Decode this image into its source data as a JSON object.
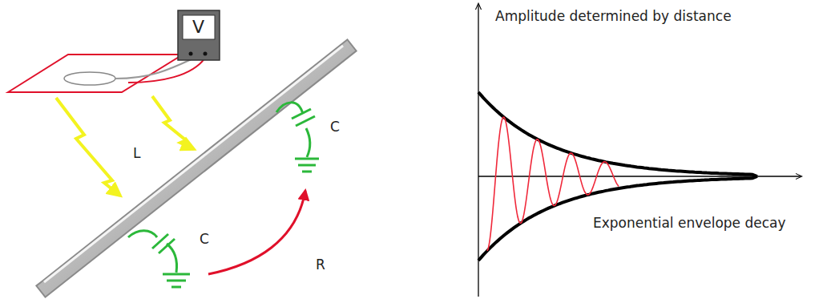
{
  "diagram": {
    "labels": [
      "V",
      "L",
      "C",
      "C",
      "R",
      "Amplitude determined by distance",
      "Exponential envelope decay"
    ]
  }
}
